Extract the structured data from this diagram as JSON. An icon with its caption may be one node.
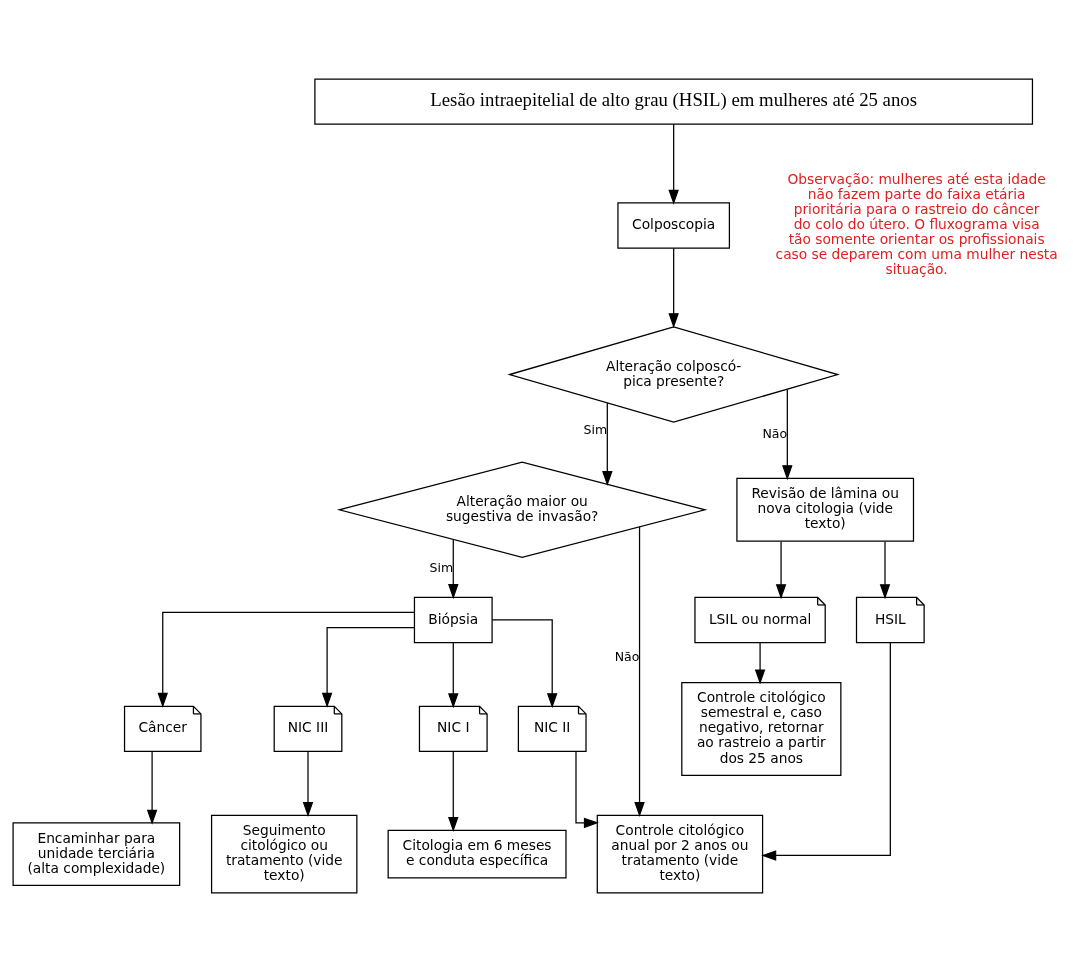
{
  "diagram": {
    "nodes": [
      {
        "text": [
          "Lesão intraepitelial de alto grau (HSIL) em mulheres até 25 anos"
        ]
      },
      {
        "text": [
          "Colposcopia"
        ]
      },
      {
        "text": [
          "Alteração colposcó- pica presente?"
        ]
      },
      {
        "text": [
          "Alteração maior ou sugestiva de invasão?"
        ]
      },
      {
        "text": [
          "Revisão de lâmina ou nova citologia (vide texto)"
        ]
      },
      {
        "text": [
          "Biópsia"
        ]
      },
      {
        "text": [
          "Câncer"
        ]
      },
      {
        "text": [
          "NIC III"
        ]
      },
      {
        "text": [
          "NIC II"
        ]
      },
      {
        "text": [
          "NIC I"
        ]
      },
      {
        "text": [
          "LSIL ou normal"
        ]
      },
      {
        "text": [
          "HSIL"
        ]
      },
      {
        "text": [
          "Encaminhar para unidade terciária (alta complexidade)"
        ]
      },
      {
        "text": [
          "Seguimento citológico ou tratamento (vide texto)"
        ]
      },
      {
        "text": [
          "Controle citológico anual por 2 anos ou tratamento (vide texto)"
        ]
      },
      {
        "text": [
          "Citologia em 6 meses e conduta específica"
        ]
      },
      {
        "text": [
          "Controle citológico semestral e, caso negativo, retornar ao rastreio a partir dos 25 anos"
        ]
      }
    ],
    "edges": [
      {
        "from": 0,
        "to": 1,
        "arrow": "to"
      },
      {
        "from": 1,
        "to": 2,
        "arrow": "to"
      },
      {
        "from": 2,
        "to": 3,
        "label": "Sim",
        "arrow": "to"
      },
      {
        "from": 2,
        "to": 4,
        "label": "Não",
        "arrow": "to"
      },
      {
        "from": 3,
        "to": 5,
        "label": "Sim",
        "arrow": "to"
      },
      {
        "from": 3,
        "to": 14,
        "label": "Não",
        "arrow": "to"
      },
      {
        "from": 4,
        "to": 10,
        "arrow": "to"
      },
      {
        "from": 4,
        "to": 11,
        "arrow": "to"
      },
      {
        "from": 5,
        "to": 6,
        "arrow": "to"
      },
      {
        "from": 5,
        "to": 7,
        "arrow": "to"
      },
      {
        "from": 5,
        "to": 8,
        "arrow": "to"
      },
      {
        "from": 5,
        "to": 9,
        "arrow": "to"
      },
      {
        "from": 6,
        "to": 12,
        "arrow": "to"
      },
      {
        "from": 7,
        "to": 13,
        "arrow": "to"
      },
      {
        "from": 8,
        "to": 14,
        "arrow": "to"
      },
      {
        "from": 9,
        "to": 15,
        "arrow": "to"
      },
      {
        "from": 10,
        "to": 16,
        "arrow": "to"
      },
      {
        "from": 11,
        "to": 14,
        "arrow": "to"
      }
    ],
    "labels": [
      "Observação: mulheres até esta idade não fazem parte do faixa etária prioritária para o rastreio do câncer do colo do útero. O fluxograma visa tão somente orientar os profissionais caso se deparem com uma mulher nesta situação."
    ]
  }
}
